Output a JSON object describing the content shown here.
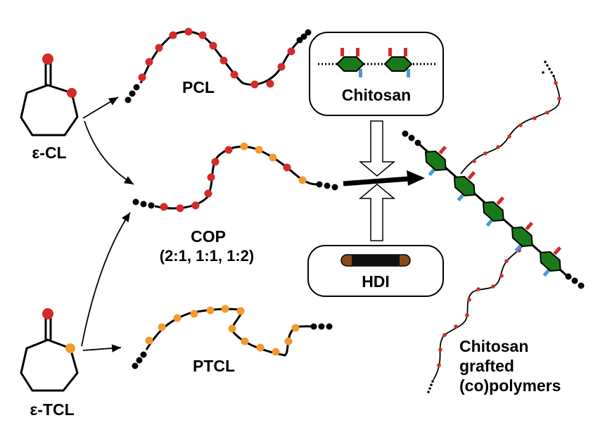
{
  "labels": {
    "e_cl": "ε-CL",
    "e_tcl": "ε-TCL",
    "pcl": "PCL",
    "cop": "COP",
    "cop_ratios": "(2:1, 1:1, 1:2)",
    "ptcl": "PTCL",
    "chitosan": "Chitosan",
    "hdi": "HDI",
    "product_line1": "Chitosan",
    "product_line2": "grafted",
    "product_line3": "(co)polymers"
  },
  "colors": {
    "background": "#ffffff",
    "cl_unit": "#d42a2a",
    "tcl_unit": "#f39a2d",
    "chitosan_ring": "#1a7a1a",
    "substituent_red": "#d42a2a",
    "substituent_blue": "#4a9ad0",
    "hdi_end": "#8a4a1a",
    "hdi_core": "#111111",
    "bond": "#000000"
  },
  "icons": {
    "monomer_ring": "seven-membered-lactone-ring-icon",
    "chitosan_unit": "green-hexagon-glucosamine-icon",
    "hdi_linker": "brown-capsule-linker-icon"
  }
}
